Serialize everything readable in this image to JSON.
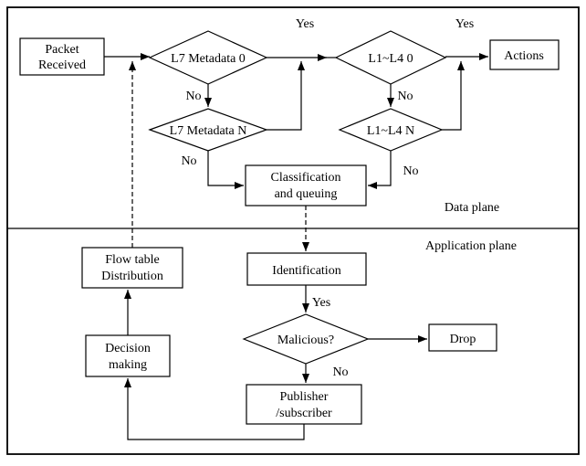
{
  "planes": {
    "data_plane_label": "Data plane",
    "application_plane_label": "Application plane"
  },
  "nodes": {
    "packet_received": {
      "line1": "Packet",
      "line2": "Received"
    },
    "l7_metadata_0": {
      "label": "L7 Metadata 0"
    },
    "l1_l4_0": {
      "label": "L1~L4 0"
    },
    "actions": {
      "label": "Actions"
    },
    "l7_metadata_n": {
      "label": "L7 Metadata N"
    },
    "l1_l4_n": {
      "label": "L1~L4 N"
    },
    "classification": {
      "line1": "Classification",
      "line2": "and queuing"
    },
    "flow_table": {
      "line1": "Flow table",
      "line2": "Distribution"
    },
    "identification": {
      "label": "Identification"
    },
    "malicious": {
      "label": "Malicious?"
    },
    "drop": {
      "label": "Drop"
    },
    "decision_making": {
      "line1": "Decision",
      "line2": "making"
    },
    "publisher_subscriber": {
      "line1": "Publisher",
      "line2": "/subscriber"
    }
  },
  "edge_labels": {
    "l7_yes": "Yes",
    "l1l4_yes": "Yes",
    "l7_0_no": "No",
    "l1l4_0_no": "No",
    "l7_n_no": "No",
    "l1l4_n_no": "No",
    "identification_yes": "Yes",
    "malicious_no": "No"
  },
  "colors": {
    "line": "#000000",
    "background": "#ffffff",
    "text": "#000000"
  }
}
